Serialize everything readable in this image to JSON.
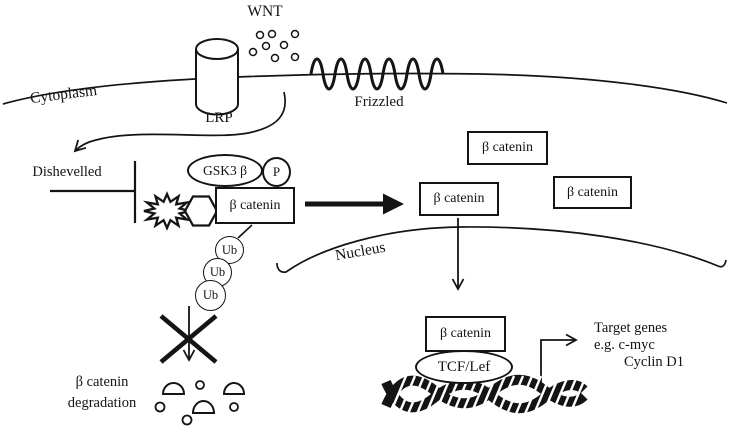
{
  "colors": {
    "ink": "#141414",
    "background": "#ffffff"
  },
  "extracellular": {
    "wnt_label": "WNT"
  },
  "membrane": {
    "cytoplasm_label": "Cytoplasm",
    "lrp_label": "LRP",
    "frizzled_label": "Frizzled"
  },
  "cytoplasm": {
    "dishevelled_label": "Dishevelled",
    "complex": {
      "gsk3b": "GSK3 β",
      "phosphate": "P",
      "b_catenin": "β catenin"
    },
    "ubiquitin": {
      "labels": [
        "Ub",
        "Ub",
        "Ub"
      ]
    },
    "degradation": {
      "line1": "β catenin",
      "line2": "degradation"
    },
    "free_b_catenin": {
      "box_near": "β catenin",
      "box_top": "β catenin",
      "box_right": "β catenin"
    }
  },
  "nucleus": {
    "label": "Nucleus",
    "b_catenin": "β catenin",
    "tcf_lef": "TCF/Lef",
    "target_genes": {
      "line1": "Target genes",
      "line2": "e.g. c-myc",
      "line3": "Cyclin D1"
    }
  }
}
